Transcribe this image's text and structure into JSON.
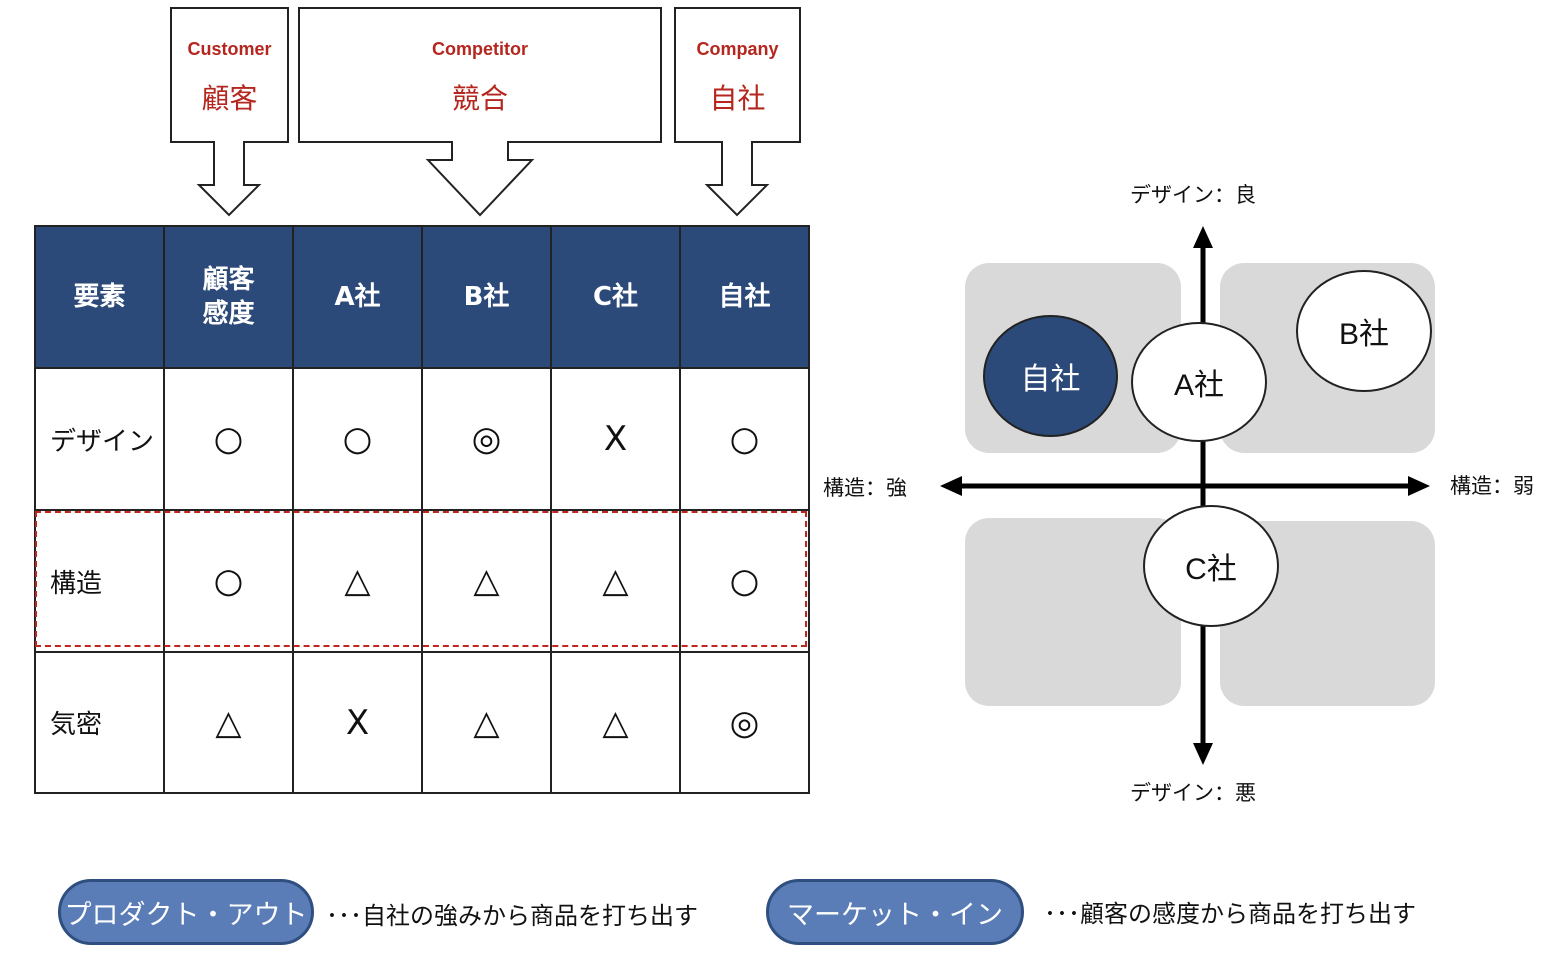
{
  "callouts": [
    {
      "en": "Customer",
      "jp": "顧客"
    },
    {
      "en": "Competitor",
      "jp": "競合"
    },
    {
      "en": "Company",
      "jp": "自社"
    }
  ],
  "table": {
    "headers": [
      "要素",
      "顧客\n感度",
      "A社",
      "B社",
      "C社",
      "自社"
    ],
    "rows": [
      {
        "label": "デザイン",
        "cells": [
          "○",
          "○",
          "◎",
          "X",
          "○"
        ]
      },
      {
        "label": "構造",
        "cells": [
          "○",
          "△",
          "△",
          "△",
          "○"
        ]
      },
      {
        "label": "気密",
        "cells": [
          "△",
          "X",
          "△",
          "△",
          "◎"
        ]
      }
    ]
  },
  "positioning_map": {
    "axis_top": "デザイン：良",
    "axis_bottom": "デザイン：悪",
    "axis_left": "構造：強",
    "axis_right": "構造：弱",
    "bubbles": {
      "own": "自社",
      "a": "A社",
      "b": "B社",
      "c": "C社"
    }
  },
  "legend": [
    {
      "pill": "プロダクト・アウト",
      "desc": "･･･自社の強みから商品を打ち出す"
    },
    {
      "pill": "マーケット・イン",
      "desc": "･･･顧客の感度から商品を打ち出す"
    }
  ],
  "colors": {
    "header_bg": "#2c4a79",
    "accent_red": "#b5261e",
    "own_bubble": "#2c4a79",
    "pill_bg": "#5a7db8"
  }
}
